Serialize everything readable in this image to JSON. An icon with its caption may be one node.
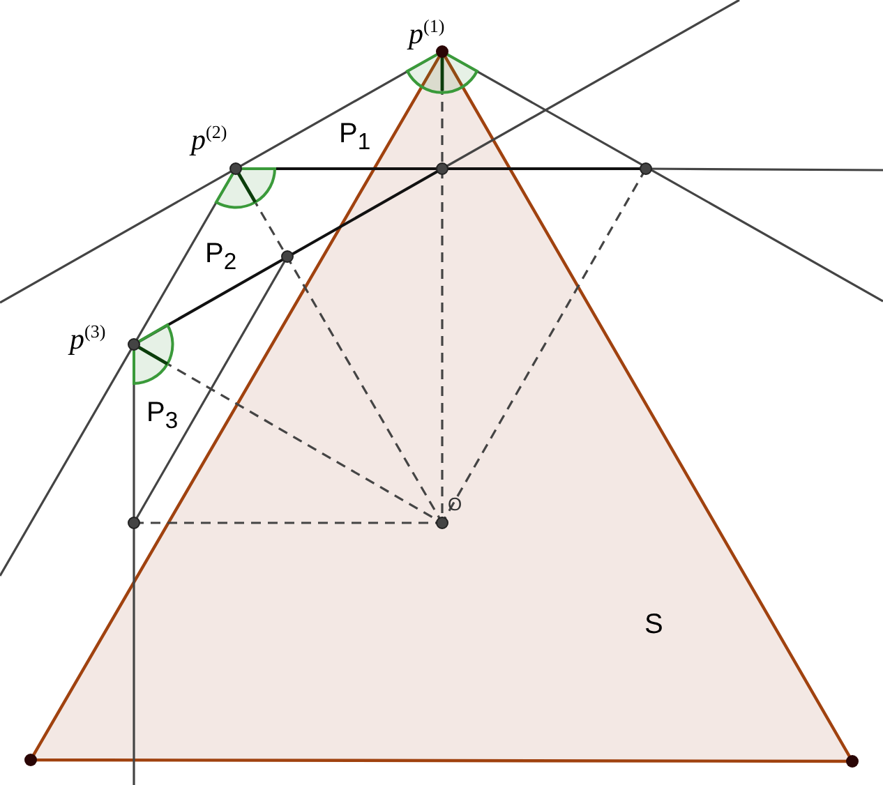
{
  "diagram": {
    "labels": [
      "p$^{(1)}$",
      "p$^{(2)}$",
      "P$_{1}$",
      "P$_{2}$",
      "p$^{(3)}$",
      "P$_{3}$",
      "O",
      "S"
    ]
  }
}
